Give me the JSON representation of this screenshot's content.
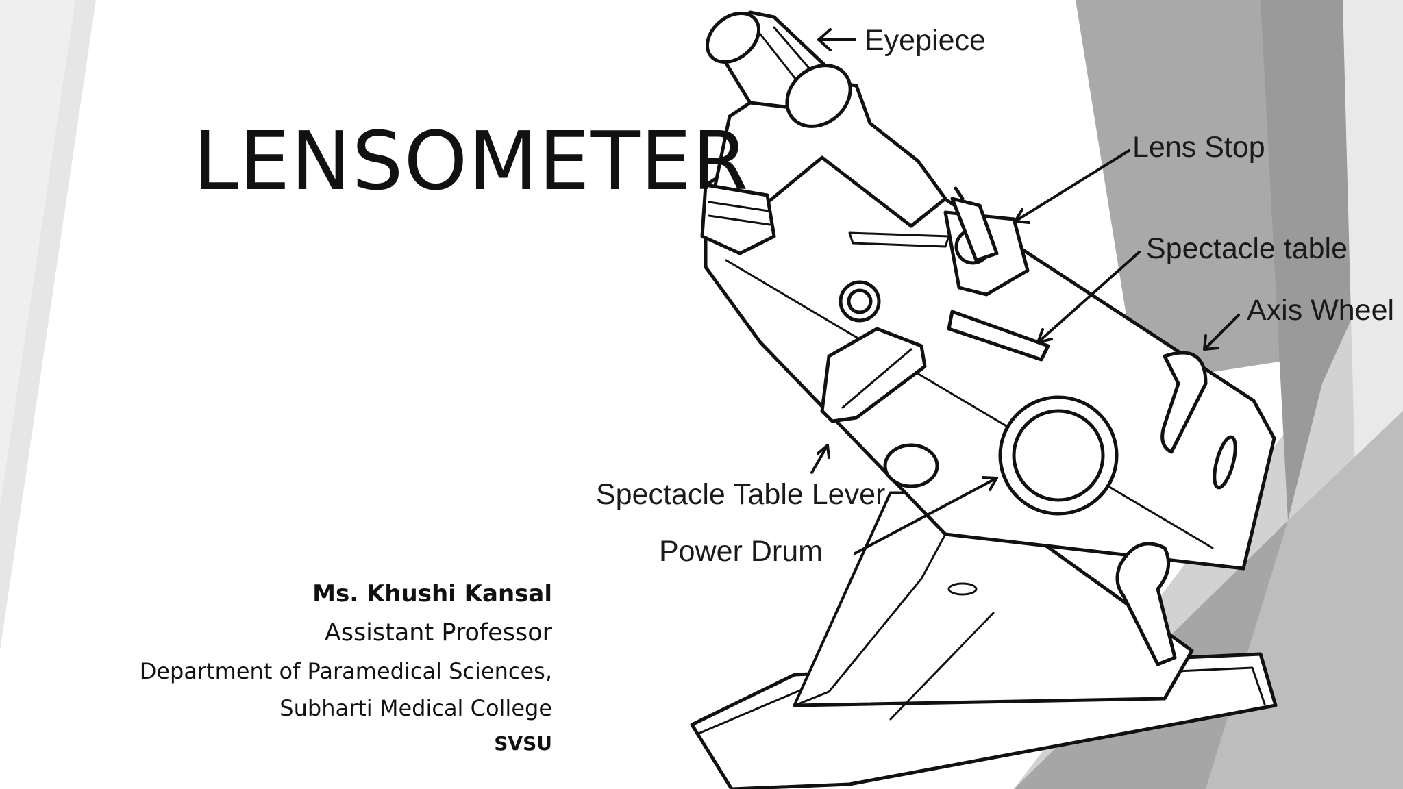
{
  "slide": {
    "title": "LENSOMETER",
    "author": {
      "name": "Ms. Khushi Kansal",
      "position": "Assistant Professor",
      "department": "Department of Paramedical Sciences,",
      "college": "Subharti Medical College",
      "university": "SVSU"
    }
  },
  "diagram": {
    "labels": {
      "eyepiece": "Eyepiece",
      "lens_stop": "Lens Stop",
      "spectacle_table": "Spectacle table",
      "axis_wheel": "Axis Wheel",
      "spectacle_table_lever": "Spectacle Table Lever",
      "power_drum": "Power Drum"
    }
  },
  "colors": {
    "background": "#ffffff",
    "left_panel": "#e8e8e8",
    "right_band_dark": "#9a9a9a",
    "right_band_mid": "#b9b9b9",
    "right_band_light": "#d4d4d4",
    "ink": "#111111"
  }
}
